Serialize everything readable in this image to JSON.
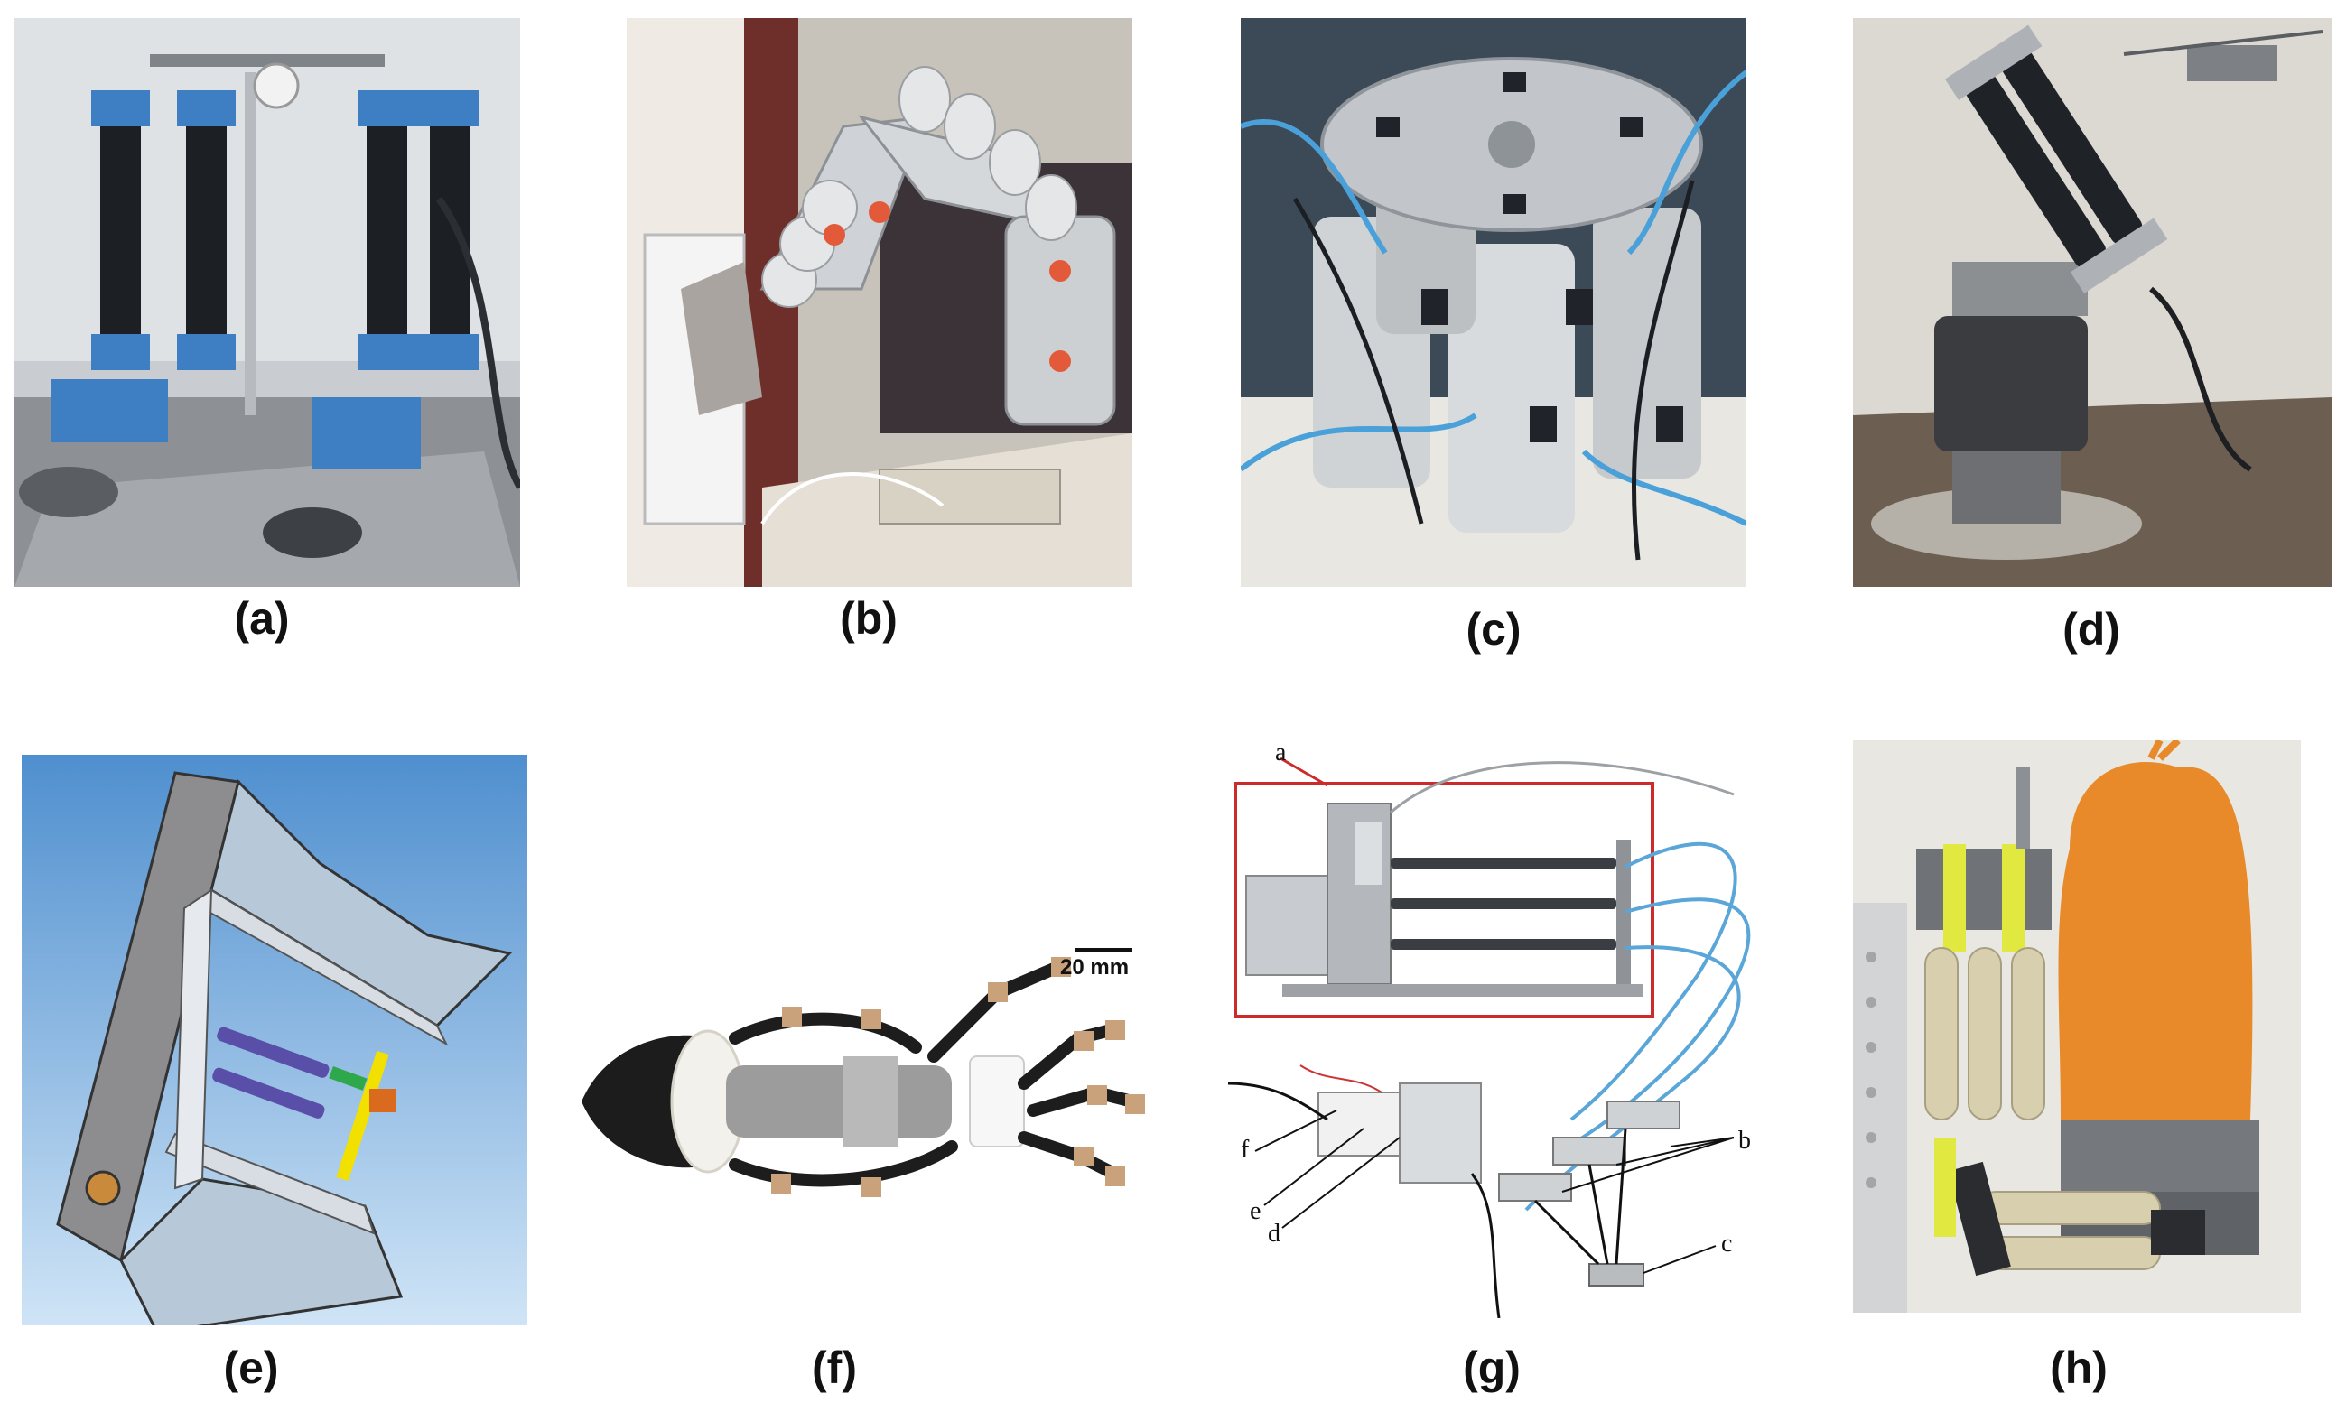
{
  "figure": {
    "panels": [
      {
        "id": "a",
        "caption": "(a)",
        "subject": "dual pneumatic muscle actuated manipulator rig"
      },
      {
        "id": "b",
        "caption": "(b)",
        "subject": "wall-mounted bellows arm with aluminum links"
      },
      {
        "id": "c",
        "caption": "(c)",
        "subject": "parallel platform with pneumatic cylinders"
      },
      {
        "id": "d",
        "caption": "(d)",
        "subject": "robotic arm driven by pneumatic muscles"
      },
      {
        "id": "e",
        "caption": "(e)",
        "subject": "CAD render of enclosure with actuators"
      },
      {
        "id": "f",
        "caption": "(f)",
        "subject": "soft pneumatic hand exoskeleton glove",
        "scale_bar": "20 mm"
      },
      {
        "id": "g",
        "caption": "(g)",
        "subject": "pneumatic cylinder test bench with valves",
        "labels": [
          "a",
          "b",
          "c",
          "d",
          "e",
          "f"
        ]
      },
      {
        "id": "h",
        "caption": "(h)",
        "subject": "pneumatic muscle gripper holding an orange bag"
      }
    ]
  },
  "colors": {
    "background": "#ffffff",
    "blue_actuator": "#3e7fc4",
    "orange_bag": "#e8892a",
    "callout_frame": "#cc2b2b"
  }
}
